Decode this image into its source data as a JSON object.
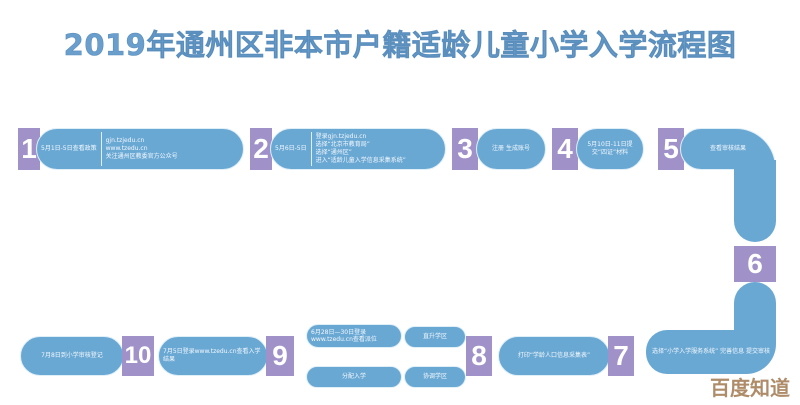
{
  "title": "2019年通州区非本市户籍适龄儿童小学入学流程图",
  "colors": {
    "pill": "#6aa8d4",
    "number_box": "#a092c8",
    "title": "#6a9ecc"
  },
  "steps": [
    {
      "num": "1",
      "main": "5月1日-5日查看政策",
      "detail": [
        "gjn.tzjedu.cn",
        "www.tzedu.cn",
        "关注通州区教委官方公众号"
      ]
    },
    {
      "num": "2",
      "main": "5月6日-5日",
      "detail": [
        "登录gjn.tzjedu.cn",
        "选择“北京市教育局”",
        "选择“通州区”",
        "进入“适龄儿童入学信息采集系统”"
      ]
    },
    {
      "num": "3",
      "main": "注册 生成账号"
    },
    {
      "num": "4",
      "main": "5月10日-11日提交“四证”材料"
    },
    {
      "num": "5",
      "main": "查看审核结果"
    },
    {
      "num": "6",
      "main": "选择“小学入学服务系统” 完善信息 提交审核"
    },
    {
      "num": "7",
      "main": "打印“学龄人口信息采集表”"
    },
    {
      "num": "8",
      "branches": [
        {
          "left": "6月28日—30日登录www.tzedu.cn查看派位",
          "right": "直升学区"
        },
        {
          "left": "分配入学",
          "right": "协调学区"
        }
      ]
    },
    {
      "num": "9",
      "main": "7月5日登录www.tzedu.cn查看入学结果"
    },
    {
      "num": "10",
      "main": "7月8日到小学审核登记"
    }
  ],
  "watermark": "百度知道"
}
